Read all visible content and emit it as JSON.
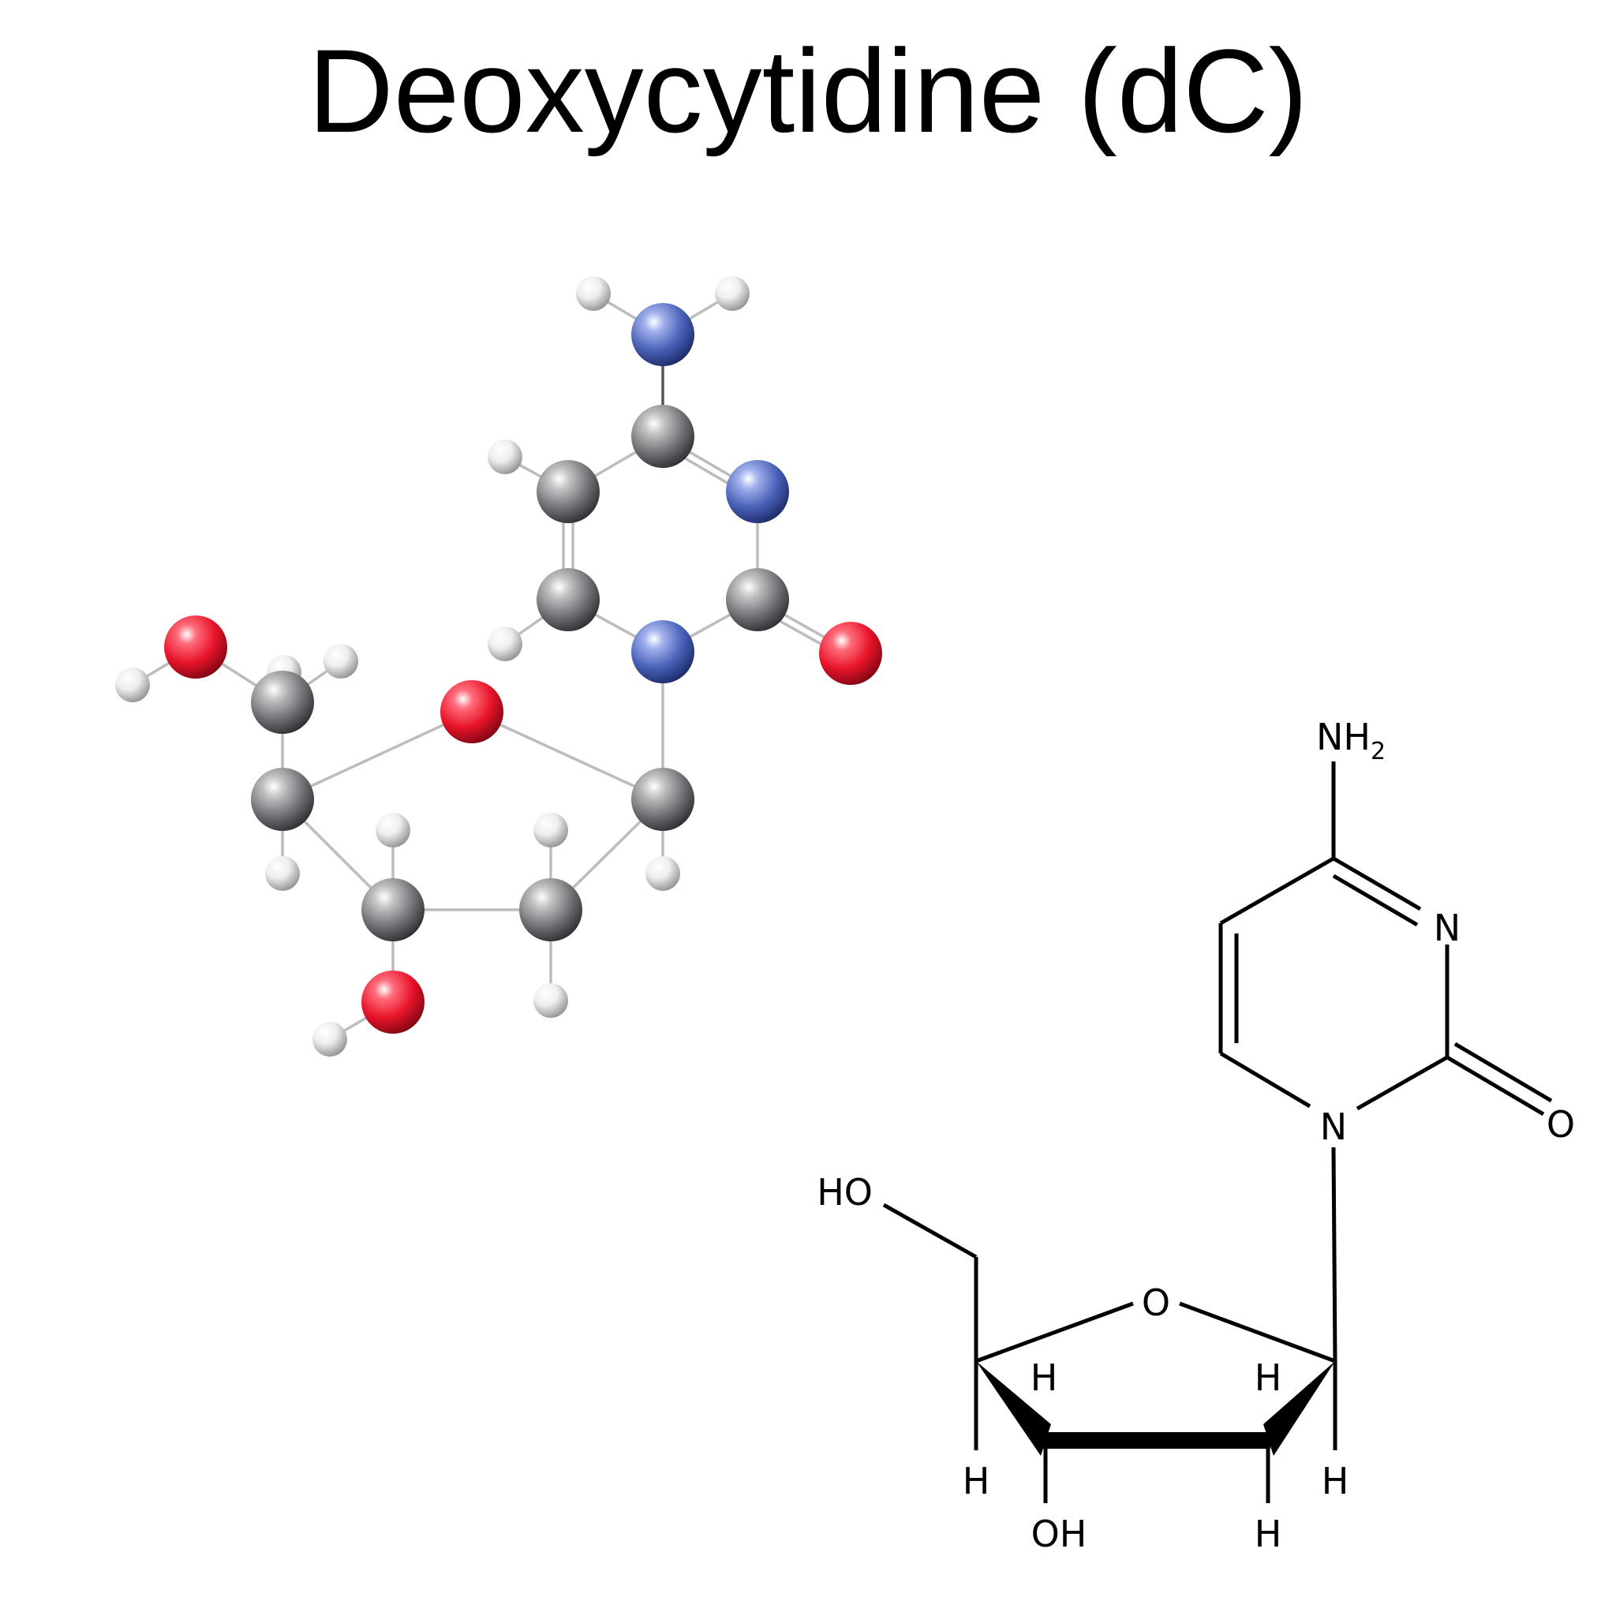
{
  "title": "Deoxycytidine (dC)",
  "colors": {
    "carbon": "#8c8d8f",
    "oxygen": "#e8142a",
    "nitrogen": "#4a62b8",
    "hydrogen": "#e4e4e4",
    "bond_line": "#000000",
    "ball_bond": "#bcbcbc"
  },
  "structural_labels": {
    "nh2_main": "NH",
    "nh2_sub": "2",
    "n_ring_top": "N",
    "n_ring_bottom": "N",
    "o_carbonyl": "O",
    "ho": "HO",
    "o_ring": "O",
    "h_c3_up": "H",
    "h_c2_up": "H",
    "h_c4_down": "H",
    "h_c1_down": "H",
    "oh": "OH",
    "h_c2_down": "H"
  }
}
